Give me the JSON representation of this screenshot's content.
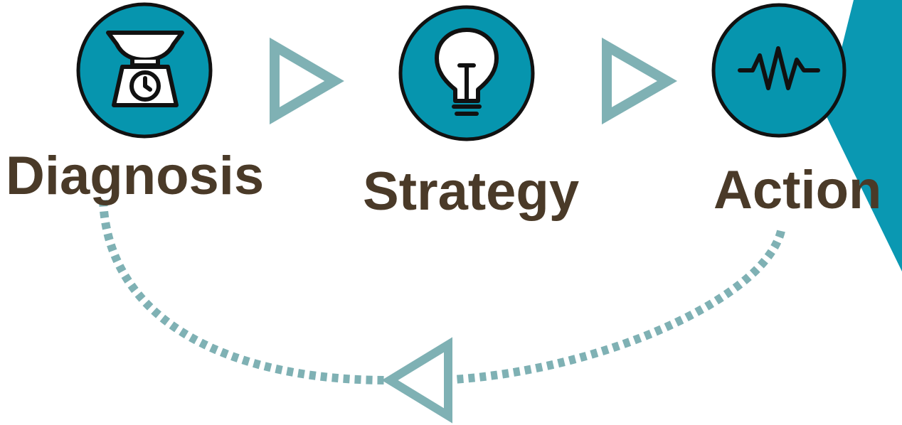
{
  "colors": {
    "teal": "#0695ae",
    "arrow": "#7fb1b4",
    "outline": "#111111",
    "label_text": "#4a3a28"
  },
  "steps": [
    {
      "label": "Diagnosis",
      "icon": "kitchen-scale-icon"
    },
    {
      "label": "Strategy",
      "icon": "lightbulb-icon"
    },
    {
      "label": "Action",
      "icon": "pulse-wave-icon"
    }
  ],
  "connectors": [
    {
      "from": "Diagnosis",
      "to": "Strategy",
      "style": "hollow-arrowhead"
    },
    {
      "from": "Strategy",
      "to": "Action",
      "style": "hollow-arrowhead"
    },
    {
      "from": "Action",
      "to": "Diagnosis",
      "style": "dotted-curve-feedback"
    }
  ]
}
